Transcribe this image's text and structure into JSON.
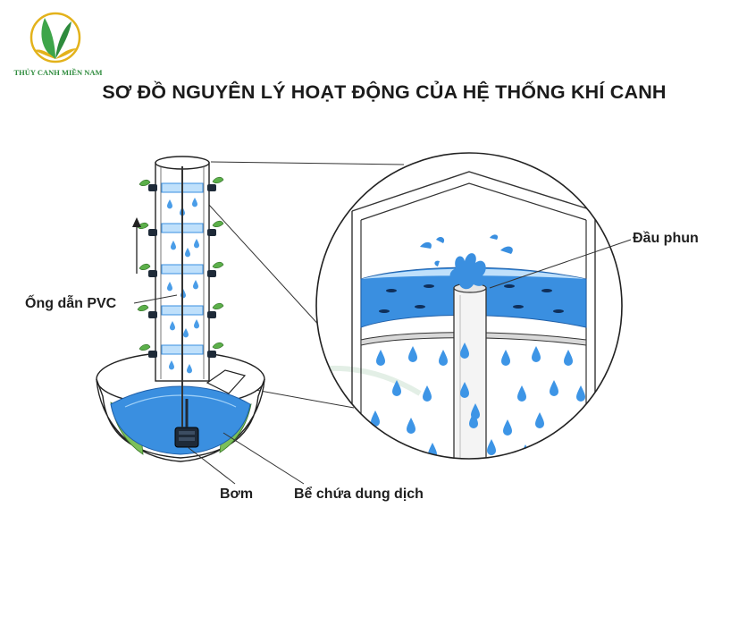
{
  "logo": {
    "brand_text": "THỦY CANH MIỀN NAM",
    "icon": "leaf-logo-icon"
  },
  "title": "SƠ ĐỒ NGUYÊN LÝ HOẠT ĐỘNG CỦA HỆ THỐNG KHÍ CANH",
  "labels": {
    "pvc_pipe": "Ống dẫn PVC",
    "pump": "Bơm",
    "tank": "Bể chứa dung dịch",
    "nozzle": "Đầu phun"
  },
  "colors": {
    "water": "#3a8fe0",
    "water_light": "#bfe0fb",
    "droplet": "#3d95e6",
    "outline": "#222222",
    "plant_green": "#5cb04a",
    "logo_green": "#2e8b3d",
    "logo_gold": "#e3b21b"
  }
}
